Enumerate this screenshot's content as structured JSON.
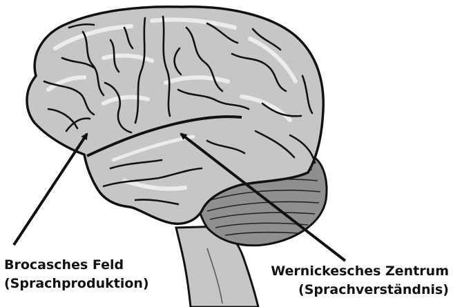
{
  "image": {
    "subject": "Gehirn",
    "colors": {
      "brain_fill": "#c6c6c6",
      "cerebellum_fill": "#8f8f8f",
      "outline": "#111111",
      "highlight": "#ececec",
      "background": "#ffffff"
    }
  },
  "annotations": [
    {
      "id": "broca",
      "title": "Brocasches Feld",
      "subtitle": "(Sprachproduktion)"
    },
    {
      "id": "wernicke",
      "title": "Wernickesches Zentrum",
      "subtitle": "(Sprachverständnis)"
    }
  ]
}
